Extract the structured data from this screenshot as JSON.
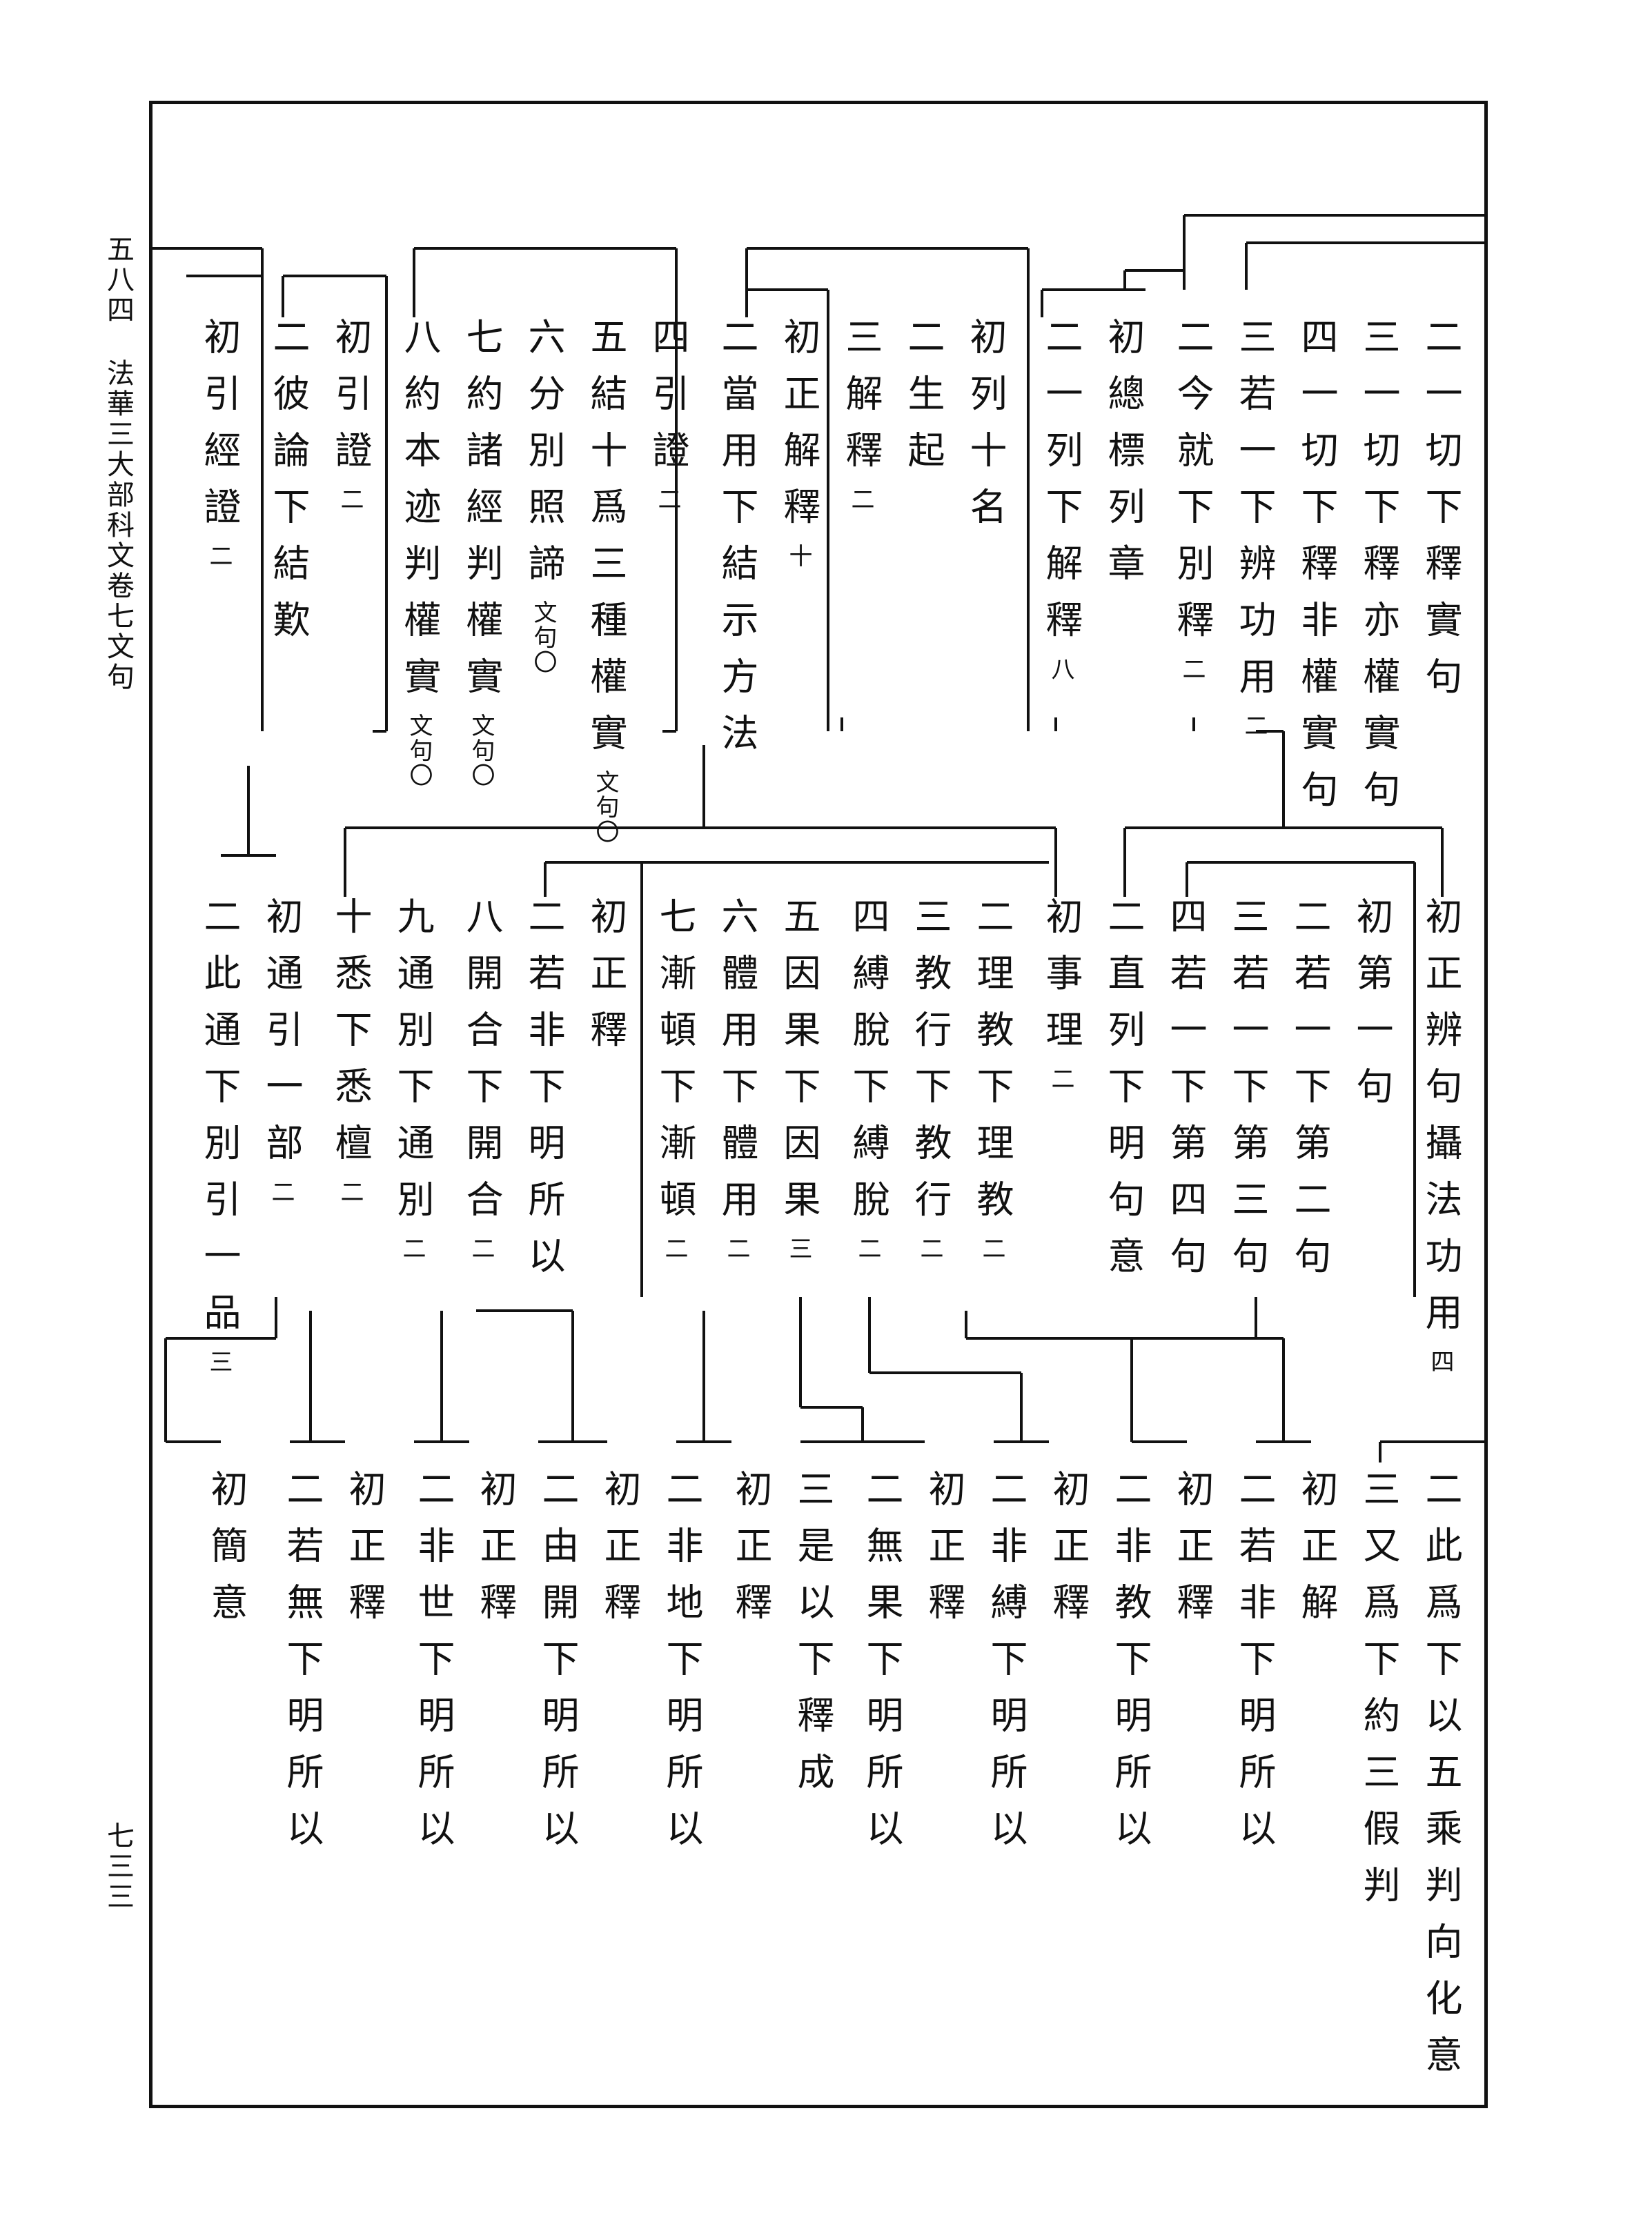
{
  "margin": {
    "page_head": "五八四",
    "book_title": "法華三大部科文卷七文句",
    "folio": "七三三"
  },
  "tier1": [
    {
      "text": "二一切下釋實句"
    },
    {
      "text": "三一切下釋亦權實句"
    },
    {
      "text": "四一切下釋非權實句"
    },
    {
      "text": "三若一下辨功用",
      "note": "二"
    },
    {
      "text": "二今就下別釋",
      "note": "二"
    },
    {
      "text": "初總標列章"
    },
    {
      "text": "二一列下解釋",
      "note": "八"
    },
    {
      "text": "初列十名"
    },
    {
      "text": "二生起"
    },
    {
      "text": "三解釋",
      "note": "二"
    },
    {
      "text": "初正解釋",
      "note": "十"
    },
    {
      "text": "二當用下結示方法"
    },
    {
      "text": "四引證",
      "note": "二"
    },
    {
      "text": "五結十爲三種權實",
      "note": "文句〇"
    },
    {
      "text": "六分別照諦",
      "note": "文句〇"
    },
    {
      "text": "七約諸經判權實",
      "note": "文句〇"
    },
    {
      "text": "八約本迹判權實",
      "note": "文句〇"
    },
    {
      "text": "初引證",
      "note": "二"
    },
    {
      "text": "二彼論下結歎"
    },
    {
      "text": "初引經證",
      "note": "二"
    }
  ],
  "tier2": [
    {
      "text": "初正辨句攝法功用",
      "note": "四"
    },
    {
      "text": "初第一句"
    },
    {
      "text": "二若一下第二句"
    },
    {
      "text": "三若一下第三句"
    },
    {
      "text": "四若一下第四句"
    },
    {
      "text": "二直列下明句意"
    },
    {
      "text": "初事理",
      "note": "二"
    },
    {
      "text": "二理教下理教",
      "note": "二"
    },
    {
      "text": "三教行下教行",
      "note": "二"
    },
    {
      "text": "四縛脫下縛脫",
      "note": "二"
    },
    {
      "text": "五因果下因果",
      "note": "三"
    },
    {
      "text": "六體用下體用",
      "note": "二"
    },
    {
      "text": "七漸頓下漸頓",
      "note": "二"
    },
    {
      "text": "初正釋"
    },
    {
      "text": "二若非下明所以"
    },
    {
      "text": "八開合下開合",
      "note": "二"
    },
    {
      "text": "九通別下通別",
      "note": "二"
    },
    {
      "text": "十悉下悉檀",
      "note": "二"
    },
    {
      "text": "初通引一部",
      "note": "二"
    },
    {
      "text": "二此通下別引一品",
      "note": "三"
    }
  ],
  "tier3": [
    {
      "text": "二此爲下以五乘判向化意"
    },
    {
      "text": "三又爲下約三假判"
    },
    {
      "text": "初正解"
    },
    {
      "text": "二若非下明所以"
    },
    {
      "text": "初正釋"
    },
    {
      "text": "二非教下明所以"
    },
    {
      "text": "初正釋"
    },
    {
      "text": "二非縛下明所以"
    },
    {
      "text": "初正釋"
    },
    {
      "text": "二無果下明所以"
    },
    {
      "text": "三是以下釋成"
    },
    {
      "text": "初正釋"
    },
    {
      "text": "二非地下明所以"
    },
    {
      "text": "初正釋"
    },
    {
      "text": "二由開下明所以"
    },
    {
      "text": "初正釋"
    },
    {
      "text": "二非世下明所以"
    },
    {
      "text": "初正釋"
    },
    {
      "text": "二若無下明所以"
    },
    {
      "text": "初簡意"
    }
  ]
}
